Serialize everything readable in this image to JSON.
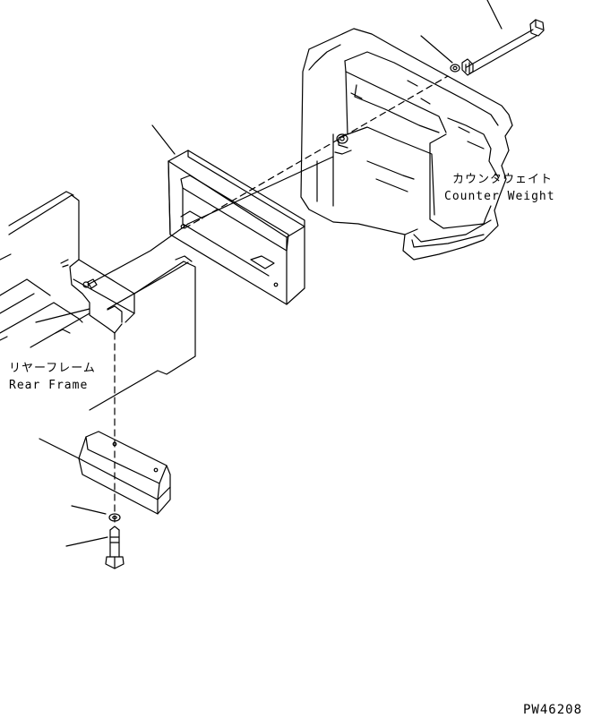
{
  "labels": {
    "counterweight_ja": "カウンタウェイト",
    "counterweight_en": "Counter Weight",
    "rear_frame_ja": "リヤーフレーム",
    "rear_frame_en": "Rear Frame",
    "drawing_code": "PW46208"
  },
  "colors": {
    "line": "#000000",
    "background": "#ffffff"
  }
}
